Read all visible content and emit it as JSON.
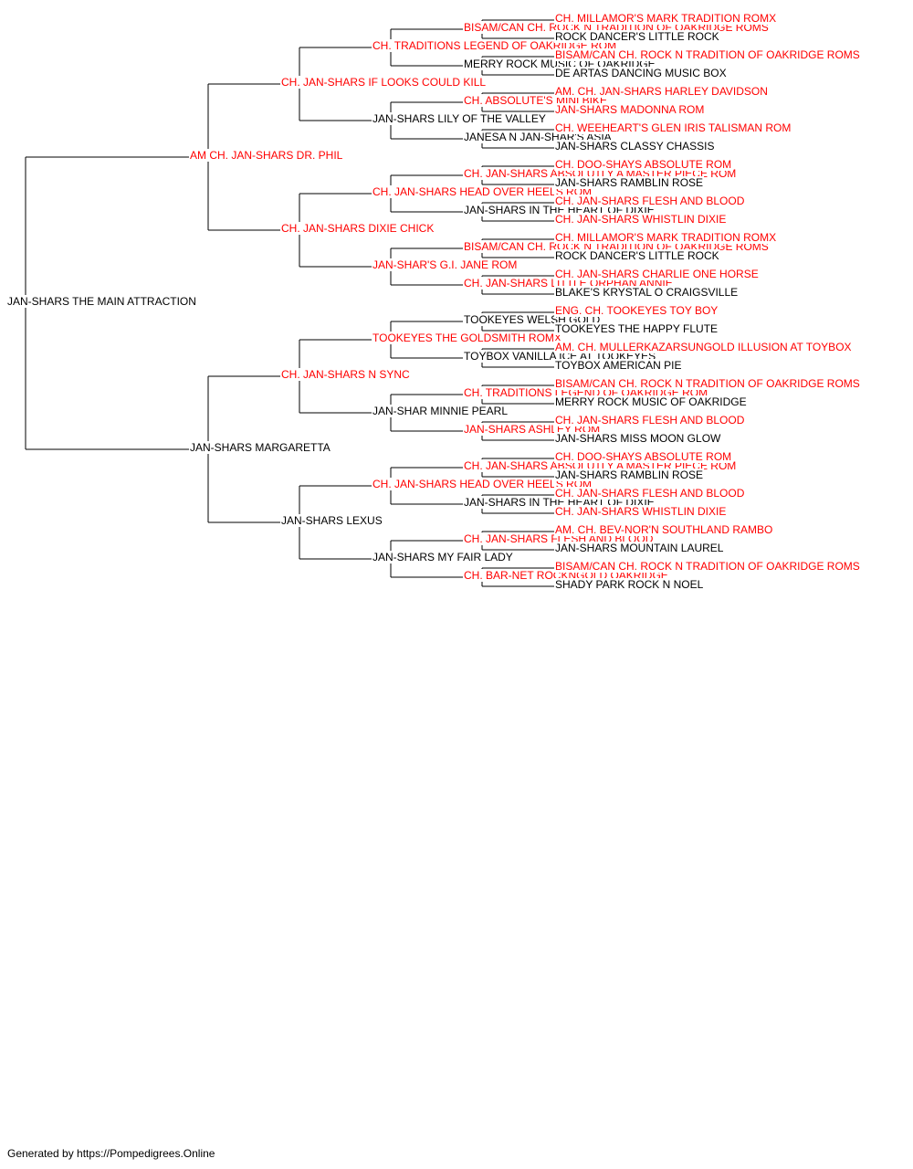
{
  "colors": {
    "champion": "#ff0000",
    "default": "#000000",
    "line": "#000000"
  },
  "pedigree": [
    {
      "gen": 0,
      "pos": 0,
      "name": "JAN-SHARS THE MAIN ATTRACTION",
      "ch": false
    },
    {
      "gen": 1,
      "pos": 0,
      "name": "AM CH. JAN-SHARS DR. PHIL",
      "ch": true
    },
    {
      "gen": 1,
      "pos": 1,
      "name": "JAN-SHARS MARGARETTA",
      "ch": false
    },
    {
      "gen": 2,
      "pos": 0,
      "name": "CH. JAN-SHARS IF LOOKS COULD KILL",
      "ch": true
    },
    {
      "gen": 2,
      "pos": 1,
      "name": "CH. JAN-SHARS DIXIE CHICK",
      "ch": true
    },
    {
      "gen": 2,
      "pos": 2,
      "name": "CH. JAN-SHARS N SYNC",
      "ch": true
    },
    {
      "gen": 2,
      "pos": 3,
      "name": "JAN-SHARS LEXUS",
      "ch": false
    },
    {
      "gen": 3,
      "pos": 0,
      "name": "CH. TRADITIONS LEGEND OF OAKRIDGE ROM",
      "ch": true
    },
    {
      "gen": 3,
      "pos": 1,
      "name": "JAN-SHARS LILY OF THE VALLEY",
      "ch": false
    },
    {
      "gen": 3,
      "pos": 2,
      "name": "CH. JAN-SHARS HEAD OVER HEELS ROM",
      "ch": true
    },
    {
      "gen": 3,
      "pos": 3,
      "name": "JAN-SHAR'S G.I. JANE ROM",
      "ch": true
    },
    {
      "gen": 3,
      "pos": 4,
      "name": "TOOKEYES THE GOLDSMITH ROMX",
      "ch": true
    },
    {
      "gen": 3,
      "pos": 5,
      "name": "JAN-SHAR MINNIE PEARL",
      "ch": false
    },
    {
      "gen": 3,
      "pos": 6,
      "name": "CH. JAN-SHARS HEAD OVER HEELS ROM",
      "ch": true
    },
    {
      "gen": 3,
      "pos": 7,
      "name": "JAN-SHARS MY FAIR LADY",
      "ch": false
    },
    {
      "gen": 4,
      "pos": 0,
      "name": "BISAM/CAN CH. ROCK N TRADITION OF OAKRIDGE ROMS",
      "ch": true
    },
    {
      "gen": 4,
      "pos": 1,
      "name": "MERRY ROCK MUSIC OF OAKRIDGE",
      "ch": false
    },
    {
      "gen": 4,
      "pos": 2,
      "name": "CH. ABSOLUTE'S MINI BIKE",
      "ch": true
    },
    {
      "gen": 4,
      "pos": 3,
      "name": "JANESA N JAN-SHAR'S ASIA",
      "ch": false
    },
    {
      "gen": 4,
      "pos": 4,
      "name": "CH. JAN-SHARS ABSOLUTLY A MASTER PIECE ROM",
      "ch": true
    },
    {
      "gen": 4,
      "pos": 5,
      "name": "JAN-SHARS IN THE HEART OF DIXIE",
      "ch": false
    },
    {
      "gen": 4,
      "pos": 6,
      "name": "BISAM/CAN CH. ROCK N TRADITION OF OAKRIDGE ROMS",
      "ch": true
    },
    {
      "gen": 4,
      "pos": 7,
      "name": "CH. JAN-SHARS LITTLE ORPHAN ANNIE",
      "ch": true
    },
    {
      "gen": 4,
      "pos": 8,
      "name": "TOOKEYES WELSH GOLD",
      "ch": false
    },
    {
      "gen": 4,
      "pos": 9,
      "name": "TOYBOX VANILLA ICE AT TOOKEYES",
      "ch": false
    },
    {
      "gen": 4,
      "pos": 10,
      "name": "CH. TRADITIONS LEGEND OF OAKRIDGE ROM",
      "ch": true
    },
    {
      "gen": 4,
      "pos": 11,
      "name": "JAN-SHARS ASHLEY ROM",
      "ch": true
    },
    {
      "gen": 4,
      "pos": 12,
      "name": "CH. JAN-SHARS ABSOLUTLY A MASTER PIECE ROM",
      "ch": true
    },
    {
      "gen": 4,
      "pos": 13,
      "name": "JAN-SHARS IN THE HEART OF DIXIE",
      "ch": false
    },
    {
      "gen": 4,
      "pos": 14,
      "name": "CH. JAN-SHARS FLESH AND BLOOD",
      "ch": true
    },
    {
      "gen": 4,
      "pos": 15,
      "name": "CH. BAR-NET ROCKNGOLD OAKRIDGE",
      "ch": true
    },
    {
      "gen": 5,
      "pos": 0,
      "name": "CH. MILLAMOR'S MARK TRADITION ROMX",
      "ch": true
    },
    {
      "gen": 5,
      "pos": 1,
      "name": "ROCK DANCER'S LITTLE ROCK",
      "ch": false
    },
    {
      "gen": 5,
      "pos": 2,
      "name": "BISAM/CAN CH. ROCK N TRADITION OF OAKRIDGE ROMS",
      "ch": true
    },
    {
      "gen": 5,
      "pos": 3,
      "name": "DE ARTAS DANCING MUSIC BOX",
      "ch": false
    },
    {
      "gen": 5,
      "pos": 4,
      "name": "AM. CH. JAN-SHARS HARLEY DAVIDSON",
      "ch": true
    },
    {
      "gen": 5,
      "pos": 5,
      "name": "JAN-SHARS MADONNA ROM",
      "ch": true
    },
    {
      "gen": 5,
      "pos": 6,
      "name": "CH. WEEHEART'S GLEN IRIS TALISMAN ROM",
      "ch": true
    },
    {
      "gen": 5,
      "pos": 7,
      "name": "JAN-SHARS CLASSY CHASSIS",
      "ch": false
    },
    {
      "gen": 5,
      "pos": 8,
      "name": "CH. DOO-SHAYS ABSOLUTE ROM",
      "ch": true
    },
    {
      "gen": 5,
      "pos": 9,
      "name": "JAN-SHARS RAMBLIN ROSE",
      "ch": false
    },
    {
      "gen": 5,
      "pos": 10,
      "name": "CH. JAN-SHARS FLESH AND BLOOD",
      "ch": true
    },
    {
      "gen": 5,
      "pos": 11,
      "name": "CH. JAN-SHARS WHISTLIN DIXIE",
      "ch": true
    },
    {
      "gen": 5,
      "pos": 12,
      "name": "CH. MILLAMOR'S MARK TRADITION ROMX",
      "ch": true
    },
    {
      "gen": 5,
      "pos": 13,
      "name": "ROCK DANCER'S LITTLE ROCK",
      "ch": false
    },
    {
      "gen": 5,
      "pos": 14,
      "name": "CH. JAN-SHARS CHARLIE ONE HORSE",
      "ch": true
    },
    {
      "gen": 5,
      "pos": 15,
      "name": "BLAKE'S KRYSTAL O CRAIGSVILLE",
      "ch": false
    },
    {
      "gen": 5,
      "pos": 16,
      "name": "ENG. CH. TOOKEYES TOY BOY",
      "ch": true
    },
    {
      "gen": 5,
      "pos": 17,
      "name": "TOOKEYES THE HAPPY FLUTE",
      "ch": false
    },
    {
      "gen": 5,
      "pos": 18,
      "name": "AM. CH. MULLERKAZARSUNGOLD ILLUSION AT TOYBOX",
      "ch": true
    },
    {
      "gen": 5,
      "pos": 19,
      "name": "TOYBOX AMERICAN PIE",
      "ch": false
    },
    {
      "gen": 5,
      "pos": 20,
      "name": "BISAM/CAN CH. ROCK N TRADITION OF OAKRIDGE ROMS",
      "ch": true
    },
    {
      "gen": 5,
      "pos": 21,
      "name": "MERRY ROCK MUSIC OF OAKRIDGE",
      "ch": false
    },
    {
      "gen": 5,
      "pos": 22,
      "name": "CH. JAN-SHARS FLESH AND BLOOD",
      "ch": true
    },
    {
      "gen": 5,
      "pos": 23,
      "name": "JAN-SHARS MISS MOON GLOW",
      "ch": false
    },
    {
      "gen": 5,
      "pos": 24,
      "name": "CH. DOO-SHAYS ABSOLUTE ROM",
      "ch": true
    },
    {
      "gen": 5,
      "pos": 25,
      "name": "JAN-SHARS RAMBLIN ROSE",
      "ch": false
    },
    {
      "gen": 5,
      "pos": 26,
      "name": "CH. JAN-SHARS FLESH AND BLOOD",
      "ch": true
    },
    {
      "gen": 5,
      "pos": 27,
      "name": "CH. JAN-SHARS WHISTLIN DIXIE",
      "ch": true
    },
    {
      "gen": 5,
      "pos": 28,
      "name": "AM. CH. BEV-NOR'N SOUTHLAND RAMBO",
      "ch": true
    },
    {
      "gen": 5,
      "pos": 29,
      "name": "JAN-SHARS MOUNTAIN LAUREL",
      "ch": false
    },
    {
      "gen": 5,
      "pos": 30,
      "name": "BISAM/CAN CH. ROCK N TRADITION OF OAKRIDGE ROMS",
      "ch": true
    },
    {
      "gen": 5,
      "pos": 31,
      "name": "SHADY PARK ROCK N NOEL",
      "ch": false
    }
  ],
  "footer": "Generated by https://Pompedigrees.Online"
}
